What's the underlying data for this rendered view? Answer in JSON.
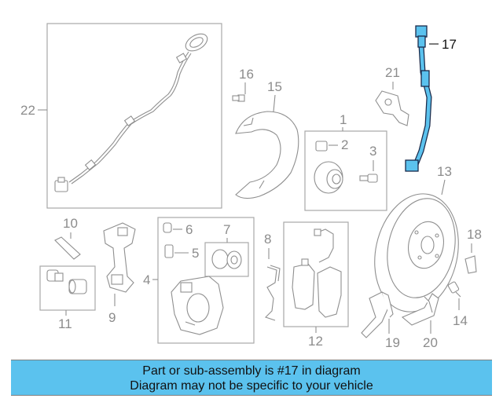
{
  "diagram": {
    "callouts": {
      "c1": "1",
      "c2": "2",
      "c3": "3",
      "c4": "4",
      "c5": "5",
      "c6": "6",
      "c7": "7",
      "c8": "8",
      "c9": "9",
      "c10": "10",
      "c11": "11",
      "c12": "12",
      "c13": "13",
      "c14": "14",
      "c15": "15",
      "c16": "16",
      "c17": "17",
      "c18": "18",
      "c19": "19",
      "c20": "20",
      "c21": "21",
      "c22": "22"
    },
    "highlight_color": "#5bc2ee",
    "highlighted_part": "17"
  },
  "banner": {
    "line1": "Part or sub-assembly is #17 in diagram",
    "line2": "Diagram may not be specific to your vehicle",
    "color": "#5bc2ee"
  }
}
